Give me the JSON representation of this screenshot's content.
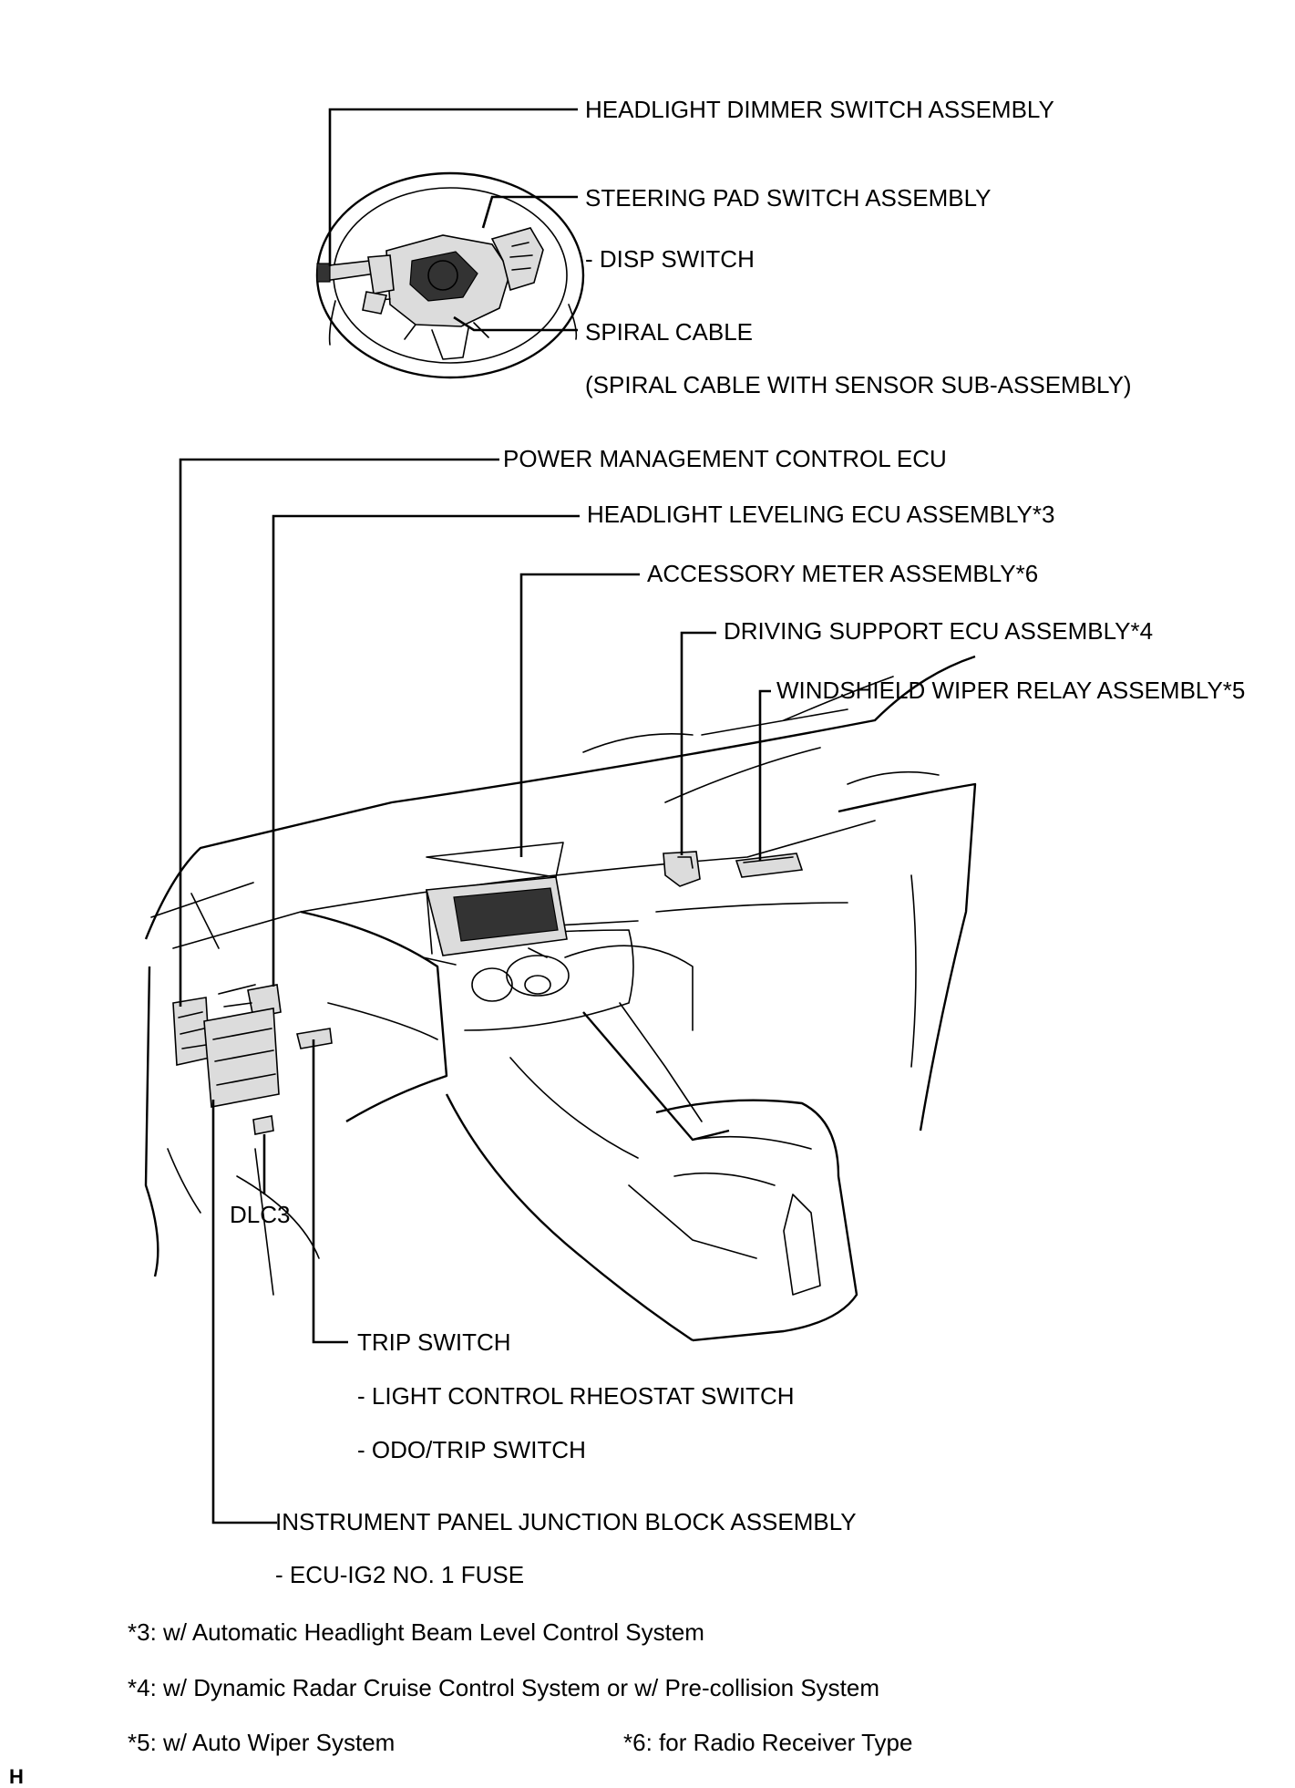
{
  "labels": {
    "headlight_dimmer": "HEADLIGHT DIMMER SWITCH ASSEMBLY",
    "steering_pad": "STEERING PAD SWITCH ASSEMBLY",
    "disp_switch": "- DISP SWITCH",
    "spiral_cable": "SPIRAL CABLE",
    "spiral_cable_sub": "(SPIRAL CABLE WITH SENSOR SUB-ASSEMBLY)",
    "power_mgmt_ecu": "POWER MANAGEMENT CONTROL ECU",
    "headlight_leveling": "HEADLIGHT LEVELING ECU ASSEMBLY*3",
    "accessory_meter": "ACCESSORY METER ASSEMBLY*6",
    "driving_support": "DRIVING SUPPORT ECU ASSEMBLY*4",
    "wiper_relay": "WINDSHIELD WIPER RELAY ASSEMBLY*5",
    "dlc3": "DLC3",
    "trip_switch": "TRIP SWITCH",
    "light_control_rheostat": "- LIGHT CONTROL RHEOSTAT SWITCH",
    "odo_trip": "- ODO/TRIP SWITCH",
    "ip_junction_block": "INSTRUMENT PANEL JUNCTION BLOCK ASSEMBLY",
    "ecu_ig2_fuse": "- ECU-IG2 NO. 1 FUSE"
  },
  "footnotes": {
    "note3": "*3: w/ Automatic Headlight Beam Level Control System",
    "note4": "*4: w/ Dynamic Radar Cruise Control System or w/ Pre-collision System",
    "note5": "*5: w/ Auto Wiper System",
    "note6": "*6: for Radio Receiver Type"
  },
  "corner_mark": "H"
}
